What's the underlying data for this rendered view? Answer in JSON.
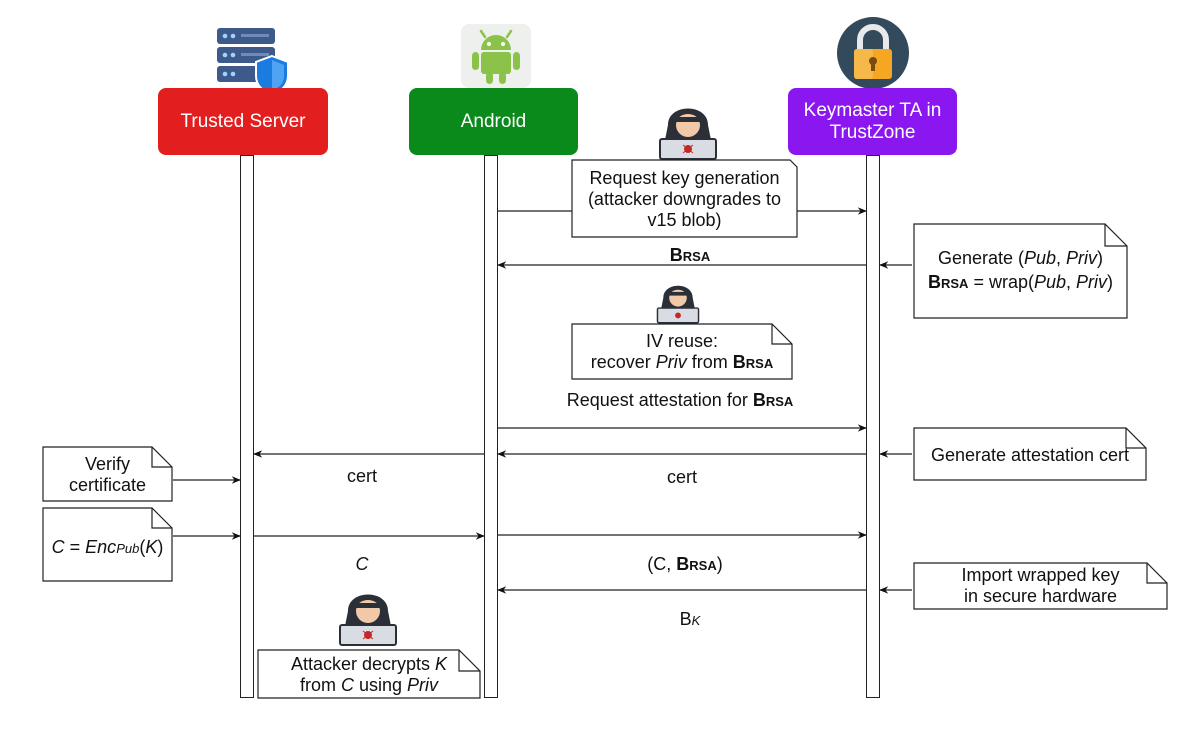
{
  "actors": {
    "server": {
      "label": "Trusted Server",
      "color": "#e21e1e",
      "icon": "server-shield-icon"
    },
    "android": {
      "label": "Android",
      "color": "#0a8a1a",
      "icon": "android-robot-icon"
    },
    "keymaster": {
      "label_line1": "Keymaster TA in",
      "label_line2": "TrustZone",
      "color": "#8a16f0",
      "icon": "padlock-icon"
    }
  },
  "attacker_icon": "hooded-attacker-icon",
  "notes": {
    "request_keygen": {
      "line1": "Request key generation",
      "line2": "(attacker downgrades to",
      "line3": "v15 blob)"
    },
    "generate": {
      "line1_pre": "Generate (",
      "pub": "Pub",
      "comma": ", ",
      "priv": "Priv",
      "close": ")",
      "line2_b": "B",
      "line2_sub": "RSA",
      "line2_mid": " = wrap(",
      "line2_pub": "Pub",
      "line2_comma": ", ",
      "line2_priv": "Priv",
      "line2_close": ")"
    },
    "iv_reuse": {
      "line1": "IV reuse:",
      "line2_pre": "recover ",
      "line2_priv": "Priv",
      "line2_mid": " from ",
      "line2_b": "B",
      "line2_sub": "RSA"
    },
    "gen_attest": {
      "text": "Generate attestation cert"
    },
    "verify": {
      "line1": "Verify",
      "line2": "certificate"
    },
    "enc": {
      "c": "C",
      "eq": " = ",
      "enc": "Enc",
      "sub": "Pub",
      "open": "(",
      "k": "K",
      "close": ")"
    },
    "import": {
      "line1": "Import wrapped key",
      "line2": "in secure hardware"
    },
    "decrypt": {
      "line1_pre": "Attacker decrypts ",
      "line1_k": "K",
      "line2_pre": "from ",
      "line2_c": "C",
      "line2_mid": " using ",
      "line2_priv": "Priv"
    }
  },
  "messages": {
    "brsa": {
      "b": "B",
      "sub": "RSA"
    },
    "req_attest": {
      "pre": "Request attestation for ",
      "b": "B",
      "sub": "RSA"
    },
    "cert_left": "cert",
    "cert_right": "cert",
    "c_label": "C",
    "c_brsa": {
      "open": "(C, ",
      "b": "B",
      "sub": "RSA",
      "close": ")"
    },
    "bk": {
      "b": "B",
      "sub": "K"
    }
  }
}
